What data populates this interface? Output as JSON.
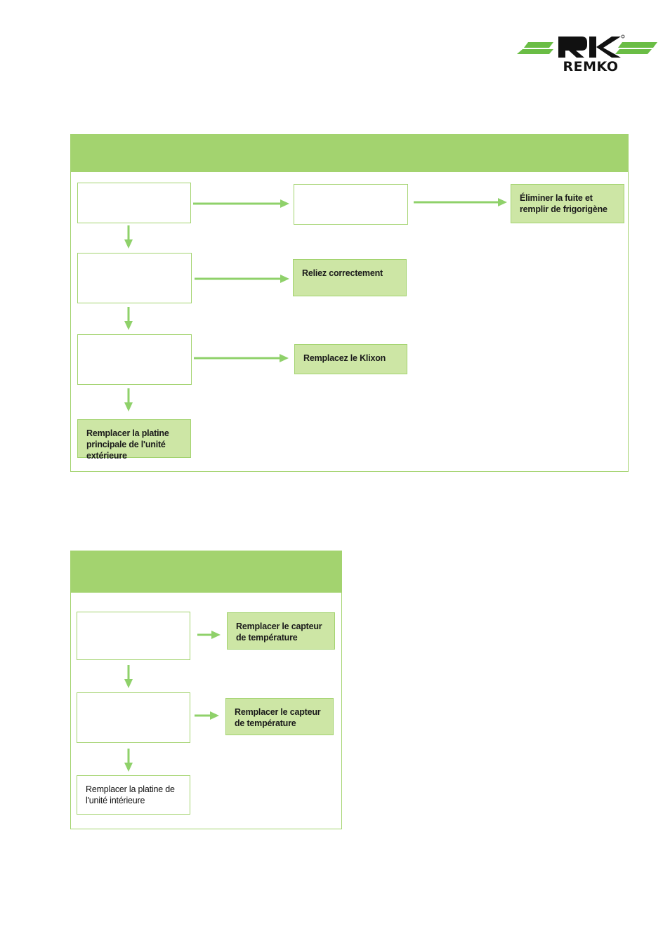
{
  "brand": {
    "name": "REMKO",
    "colors": {
      "primary_green": "#a3d36f",
      "light_green": "#cde6a5",
      "logo_green": "#6abd45",
      "text": "#1a1a1a"
    }
  },
  "diagram1": {
    "header_title": "",
    "boxes": {
      "r1c1": "",
      "r1c2": "",
      "r1c3": "Éliminer la fuite et remplir de frigorigène",
      "r2c1": "",
      "r2c2": "Reliez correctement",
      "r3c1": "",
      "r3c2": "Remplacez le Klixon",
      "r4c1": "Remplacer la platine principale de l'unité extérieure"
    }
  },
  "diagram2": {
    "header_title": "",
    "boxes": {
      "r1c1": "",
      "r1c2": "Remplacer le capteur de température",
      "r2c1": "",
      "r2c2": "Remplacer le capteur de température",
      "r3c1": "Remplacer la platine de l'unité intérieure"
    }
  }
}
